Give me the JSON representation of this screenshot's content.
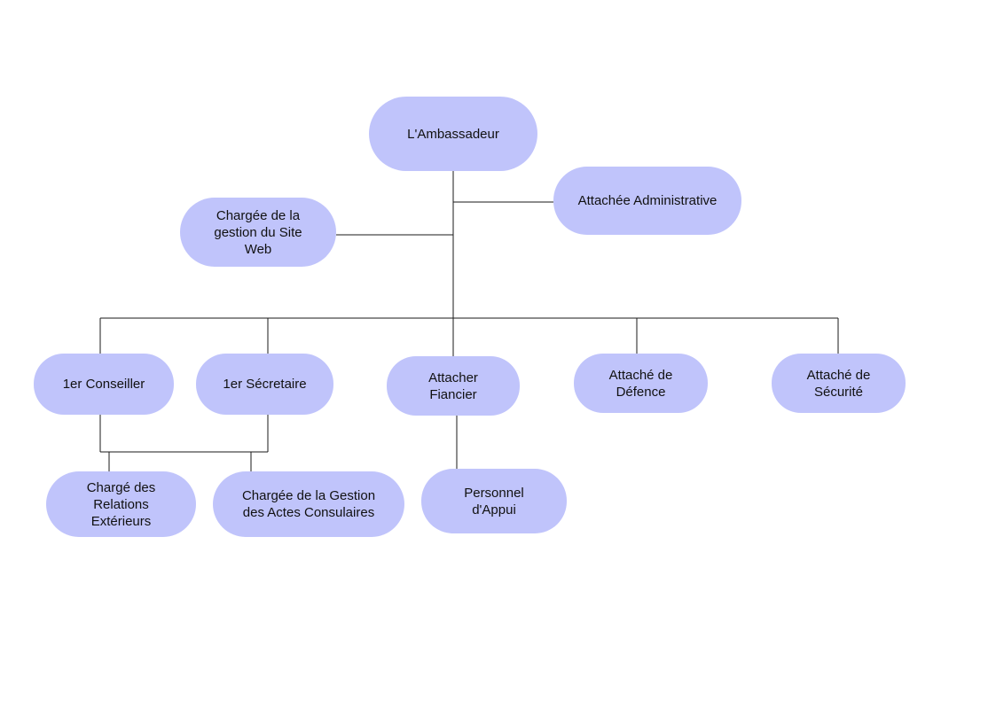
{
  "org_chart": {
    "nodes": {
      "ambassadeur": [
        "L'Ambassadeur"
      ],
      "attachee_administrative": [
        "Attachée Administrative"
      ],
      "chargee_site_web": [
        "Chargée de la",
        "gestion du Site",
        "Web"
      ],
      "premier_conseiller": [
        "1er Conseiller"
      ],
      "premier_secretaire": [
        "1er Sécretaire"
      ],
      "attacher_financier": [
        "Attacher",
        "Fiancier"
      ],
      "attache_defence": [
        "Attaché de",
        "Défence"
      ],
      "attache_securite": [
        "Attaché de",
        "Sécurité"
      ],
      "charge_relations": [
        "Chargé des",
        "Relations",
        "Extérieurs"
      ],
      "chargee_consulaires": [
        "Chargée de la Gestion",
        "des Actes Consulaires"
      ],
      "personnel_appui": [
        "Personnel",
        "d'Appui"
      ]
    },
    "colors": {
      "node_fill": "#c0c4fb",
      "connector": "#1a1a1a",
      "text": "#111111"
    }
  }
}
